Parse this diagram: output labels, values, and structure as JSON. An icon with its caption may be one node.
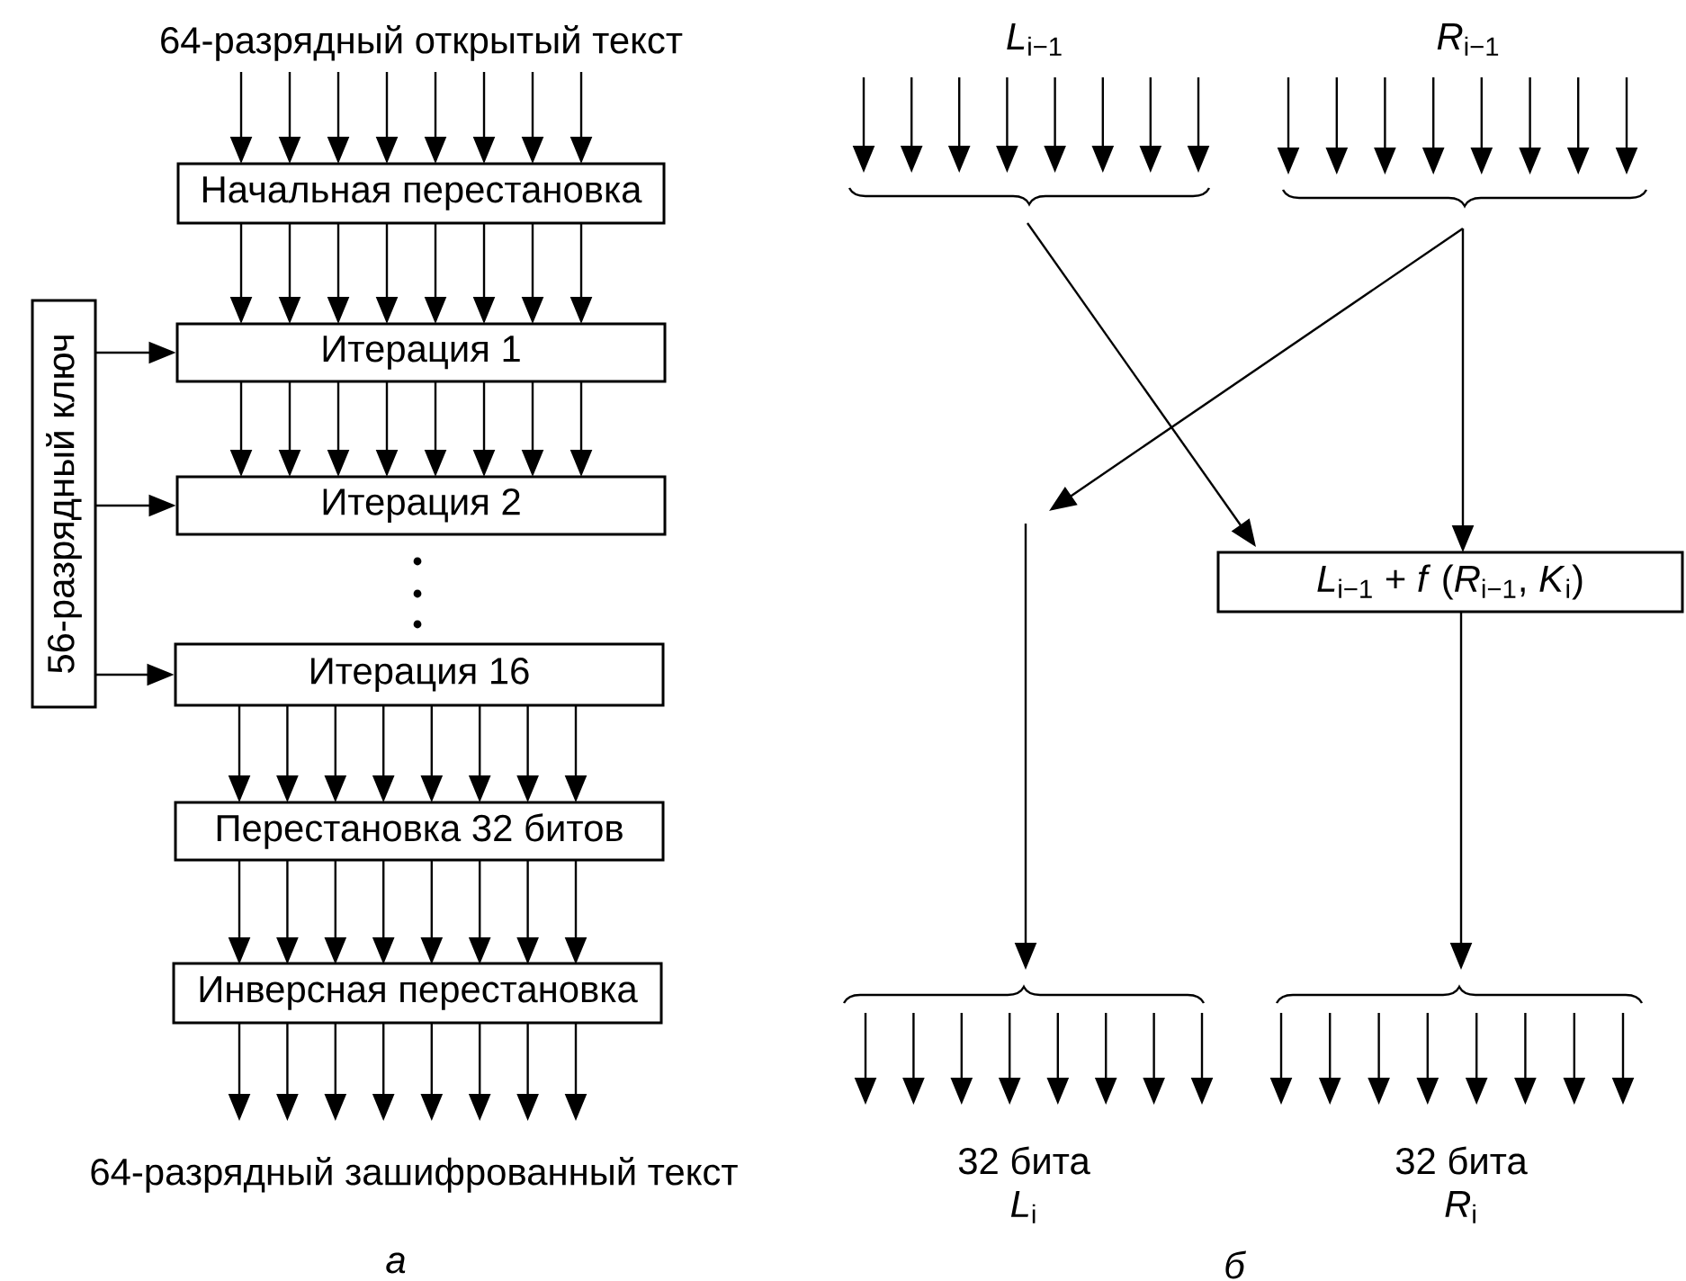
{
  "diagram": {
    "nodes": [
      {
        "text": [
          "64-разрядный открытый текст"
        ]
      },
      {
        "text": [
          "Начальная перестановка"
        ]
      },
      {
        "text": [
          "Итерация 1"
        ]
      },
      {
        "text": [
          "Итерация 2"
        ]
      },
      {
        "text": [
          "Итерация 16"
        ]
      },
      {
        "text": [
          "Перестановка 32  битов"
        ]
      },
      {
        "text": [
          "Инверсная перестановка"
        ]
      },
      {
        "text": [
          "64-разрядный зашифрованный текст"
        ]
      },
      {
        "text": [
          "56-разрядный ключ"
        ]
      },
      {
        "text": [],
        "shape": "brace"
      },
      {
        "text": [],
        "shape": "brace"
      },
      {
        "text": [
          "*L*$_{i−1}$ + *f* (*R*$_{i−1}$, *K*$_{i}$)"
        ]
      },
      {
        "text": [],
        "shape": "brace"
      },
      {
        "text": [],
        "shape": "brace"
      }
    ],
    "edges": [
      {
        "from": 0,
        "to": 1,
        "arrow": "to"
      },
      {
        "from": 0,
        "to": 1,
        "arrow": "to"
      },
      {
        "from": 0,
        "to": 1,
        "arrow": "to"
      },
      {
        "from": 0,
        "to": 1,
        "arrow": "to"
      },
      {
        "from": 0,
        "to": 1,
        "arrow": "to"
      },
      {
        "from": 0,
        "to": 1,
        "arrow": "to"
      },
      {
        "from": 0,
        "to": 1,
        "arrow": "to"
      },
      {
        "from": 0,
        "to": 1,
        "arrow": "to"
      },
      {
        "from": 1,
        "to": 2,
        "arrow": "to"
      },
      {
        "from": 1,
        "to": 2,
        "arrow": "to"
      },
      {
        "from": 1,
        "to": 2,
        "arrow": "to"
      },
      {
        "from": 1,
        "to": 2,
        "arrow": "to"
      },
      {
        "from": 1,
        "to": 2,
        "arrow": "to"
      },
      {
        "from": 1,
        "to": 2,
        "arrow": "to"
      },
      {
        "from": 1,
        "to": 2,
        "arrow": "to"
      },
      {
        "from": 1,
        "to": 2,
        "arrow": "to"
      },
      {
        "from": 2,
        "to": 3,
        "arrow": "to"
      },
      {
        "from": 2,
        "to": 3,
        "arrow": "to"
      },
      {
        "from": 2,
        "to": 3,
        "arrow": "to"
      },
      {
        "from": 2,
        "to": 3,
        "arrow": "to"
      },
      {
        "from": 2,
        "to": 3,
        "arrow": "to"
      },
      {
        "from": 2,
        "to": 3,
        "arrow": "to"
      },
      {
        "from": 2,
        "to": 3,
        "arrow": "to"
      },
      {
        "from": 2,
        "to": 3,
        "arrow": "to"
      },
      {
        "from": 4,
        "to": 5,
        "arrow": "to"
      },
      {
        "from": 4,
        "to": 5,
        "arrow": "to"
      },
      {
        "from": 4,
        "to": 5,
        "arrow": "to"
      },
      {
        "from": 4,
        "to": 5,
        "arrow": "to"
      },
      {
        "from": 4,
        "to": 5,
        "arrow": "to"
      },
      {
        "from": 4,
        "to": 5,
        "arrow": "to"
      },
      {
        "from": 4,
        "to": 5,
        "arrow": "to"
      },
      {
        "from": 4,
        "to": 5,
        "arrow": "to"
      },
      {
        "from": 5,
        "to": 6,
        "arrow": "to"
      },
      {
        "from": 5,
        "to": 6,
        "arrow": "to"
      },
      {
        "from": 5,
        "to": 6,
        "arrow": "to"
      },
      {
        "from": 5,
        "to": 6,
        "arrow": "to"
      },
      {
        "from": 5,
        "to": 6,
        "arrow": "to"
      },
      {
        "from": 5,
        "to": 6,
        "arrow": "to"
      },
      {
        "from": 5,
        "to": 6,
        "arrow": "to"
      },
      {
        "from": 5,
        "to": 6,
        "arrow": "to"
      },
      {
        "from": 6,
        "to": 7,
        "arrow": "to"
      },
      {
        "from": 6,
        "to": 7,
        "arrow": "to"
      },
      {
        "from": 6,
        "to": 7,
        "arrow": "to"
      },
      {
        "from": 6,
        "to": 7,
        "arrow": "to"
      },
      {
        "from": 6,
        "to": 7,
        "arrow": "to"
      },
      {
        "from": 6,
        "to": 7,
        "arrow": "to"
      },
      {
        "from": 6,
        "to": 7,
        "arrow": "to"
      },
      {
        "from": 6,
        "to": 7,
        "arrow": "to"
      },
      {
        "from": 8,
        "to": 2,
        "arrow": "to"
      },
      {
        "from": 8,
        "to": 3,
        "arrow": "to"
      },
      {
        "from": 8,
        "to": 4,
        "arrow": "to"
      },
      {
        "from": null,
        "to": 9,
        "arrow": "to"
      },
      {
        "from": null,
        "to": 9,
        "arrow": "to"
      },
      {
        "from": null,
        "to": 9,
        "arrow": "to"
      },
      {
        "from": null,
        "to": 9,
        "arrow": "to"
      },
      {
        "from": null,
        "to": 9,
        "arrow": "to"
      },
      {
        "from": null,
        "to": 9,
        "arrow": "to"
      },
      {
        "from": null,
        "to": 9,
        "arrow": "to"
      },
      {
        "from": null,
        "to": 9,
        "arrow": "to"
      },
      {
        "from": null,
        "to": 10,
        "arrow": "to"
      },
      {
        "from": null,
        "to": 10,
        "arrow": "to"
      },
      {
        "from": null,
        "to": 10,
        "arrow": "to"
      },
      {
        "from": null,
        "to": 10,
        "arrow": "to"
      },
      {
        "from": null,
        "to": 10,
        "arrow": "to"
      },
      {
        "from": null,
        "to": 10,
        "arrow": "to"
      },
      {
        "from": null,
        "to": 10,
        "arrow": "to"
      },
      {
        "from": null,
        "to": 10,
        "arrow": "to"
      },
      {
        "from": 9,
        "to": 11,
        "arrow": "to"
      },
      {
        "from": 10,
        "to": 11,
        "arrow": "to"
      },
      {
        "from": 10,
        "to": null,
        "arrow": "to"
      },
      {
        "from": null,
        "to": 12,
        "arrow": "to"
      },
      {
        "from": 11,
        "to": 13,
        "arrow": "to"
      },
      {
        "from": 12,
        "to": null,
        "arrow": "to"
      },
      {
        "from": 12,
        "to": null,
        "arrow": "to"
      },
      {
        "from": 12,
        "to": null,
        "arrow": "to"
      },
      {
        "from": 12,
        "to": null,
        "arrow": "to"
      },
      {
        "from": 12,
        "to": null,
        "arrow": "to"
      },
      {
        "from": 12,
        "to": null,
        "arrow": "to"
      },
      {
        "from": 12,
        "to": null,
        "arrow": "to"
      },
      {
        "from": 12,
        "to": null,
        "arrow": "to"
      },
      {
        "from": 13,
        "to": null,
        "arrow": "to"
      },
      {
        "from": 13,
        "to": null,
        "arrow": "to"
      },
      {
        "from": 13,
        "to": null,
        "arrow": "to"
      },
      {
        "from": 13,
        "to": null,
        "arrow": "to"
      },
      {
        "from": 13,
        "to": null,
        "arrow": "to"
      },
      {
        "from": 13,
        "to": null,
        "arrow": "to"
      },
      {
        "from": 13,
        "to": null,
        "arrow": "to"
      },
      {
        "from": 13,
        "to": null,
        "arrow": "to"
      }
    ],
    "labels": [
      "*L*$_{i−1}$",
      "*R*$_{i−1}$",
      "32 бита",
      "*L*$_{i}$",
      "32 бита",
      "*R*$_{i}$",
      "а",
      "б"
    ]
  }
}
